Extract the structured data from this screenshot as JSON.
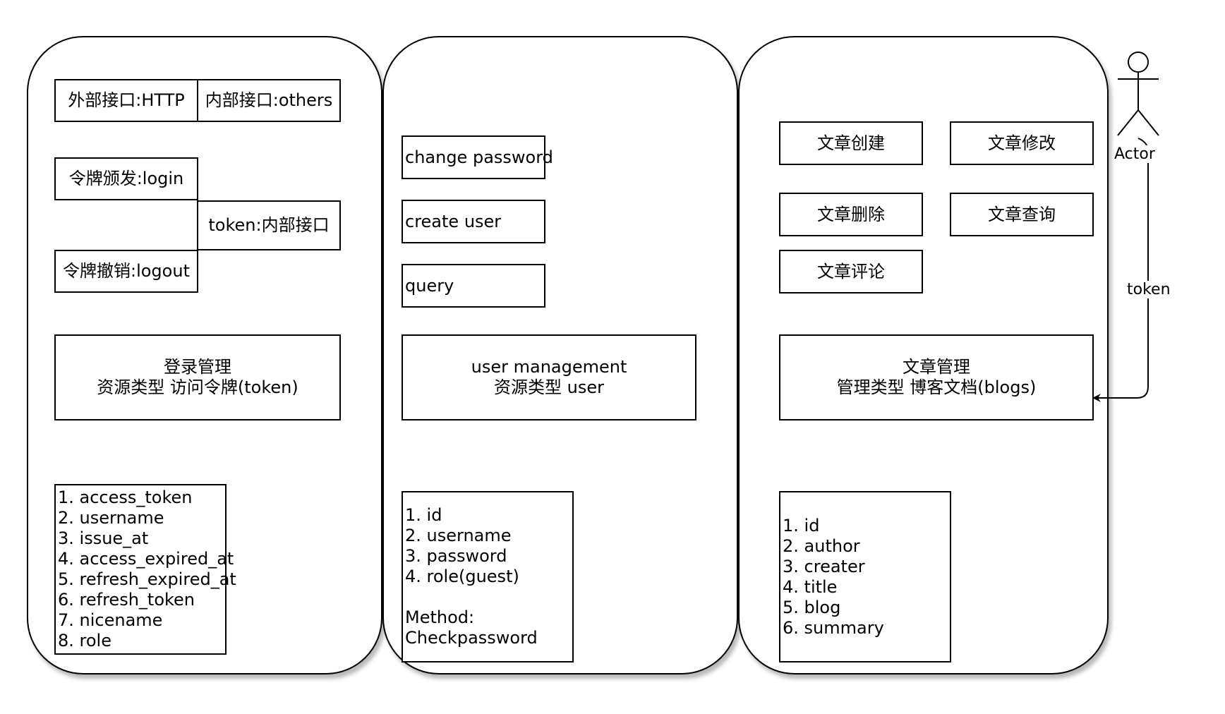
{
  "auth_panel": {
    "interface_external": "外部接口:HTTP",
    "interface_internal": "内部接口:others",
    "login": "令牌颁发:login",
    "token_internal": "token:内部接口",
    "logout": "令牌撤销:logout",
    "resource_title": "登录管理",
    "resource_type": "资源类型 访问令牌(token)",
    "fields": [
      "1. access_token",
      "2. username",
      "3. issue_at",
      "4. access_expired_at",
      "5. refresh_expired_at",
      "6. refresh_token",
      "7. nicename",
      "8. role"
    ]
  },
  "user_panel": {
    "change_password": "change password",
    "create_user": "create user",
    "query": "query",
    "resource_title": "user management",
    "resource_type": "资源类型 user",
    "fields": [
      "1. id",
      "2. username",
      "3. password",
      "4. role(guest)",
      "",
      "Method:",
      "Checkpassword"
    ]
  },
  "blog_panel": {
    "create": "文章创建",
    "modify": "文章修改",
    "delete": "文章删除",
    "query": "文章查询",
    "comment": "文章评论",
    "resource_title": "文章管理",
    "resource_type": "管理类型 博客文档(blogs)",
    "fields": [
      "1. id",
      "2. author",
      "3. creater",
      "4. title",
      "5. blog",
      "6. summary"
    ]
  },
  "actor": {
    "label": "Actor"
  },
  "edge": {
    "label": "token"
  }
}
